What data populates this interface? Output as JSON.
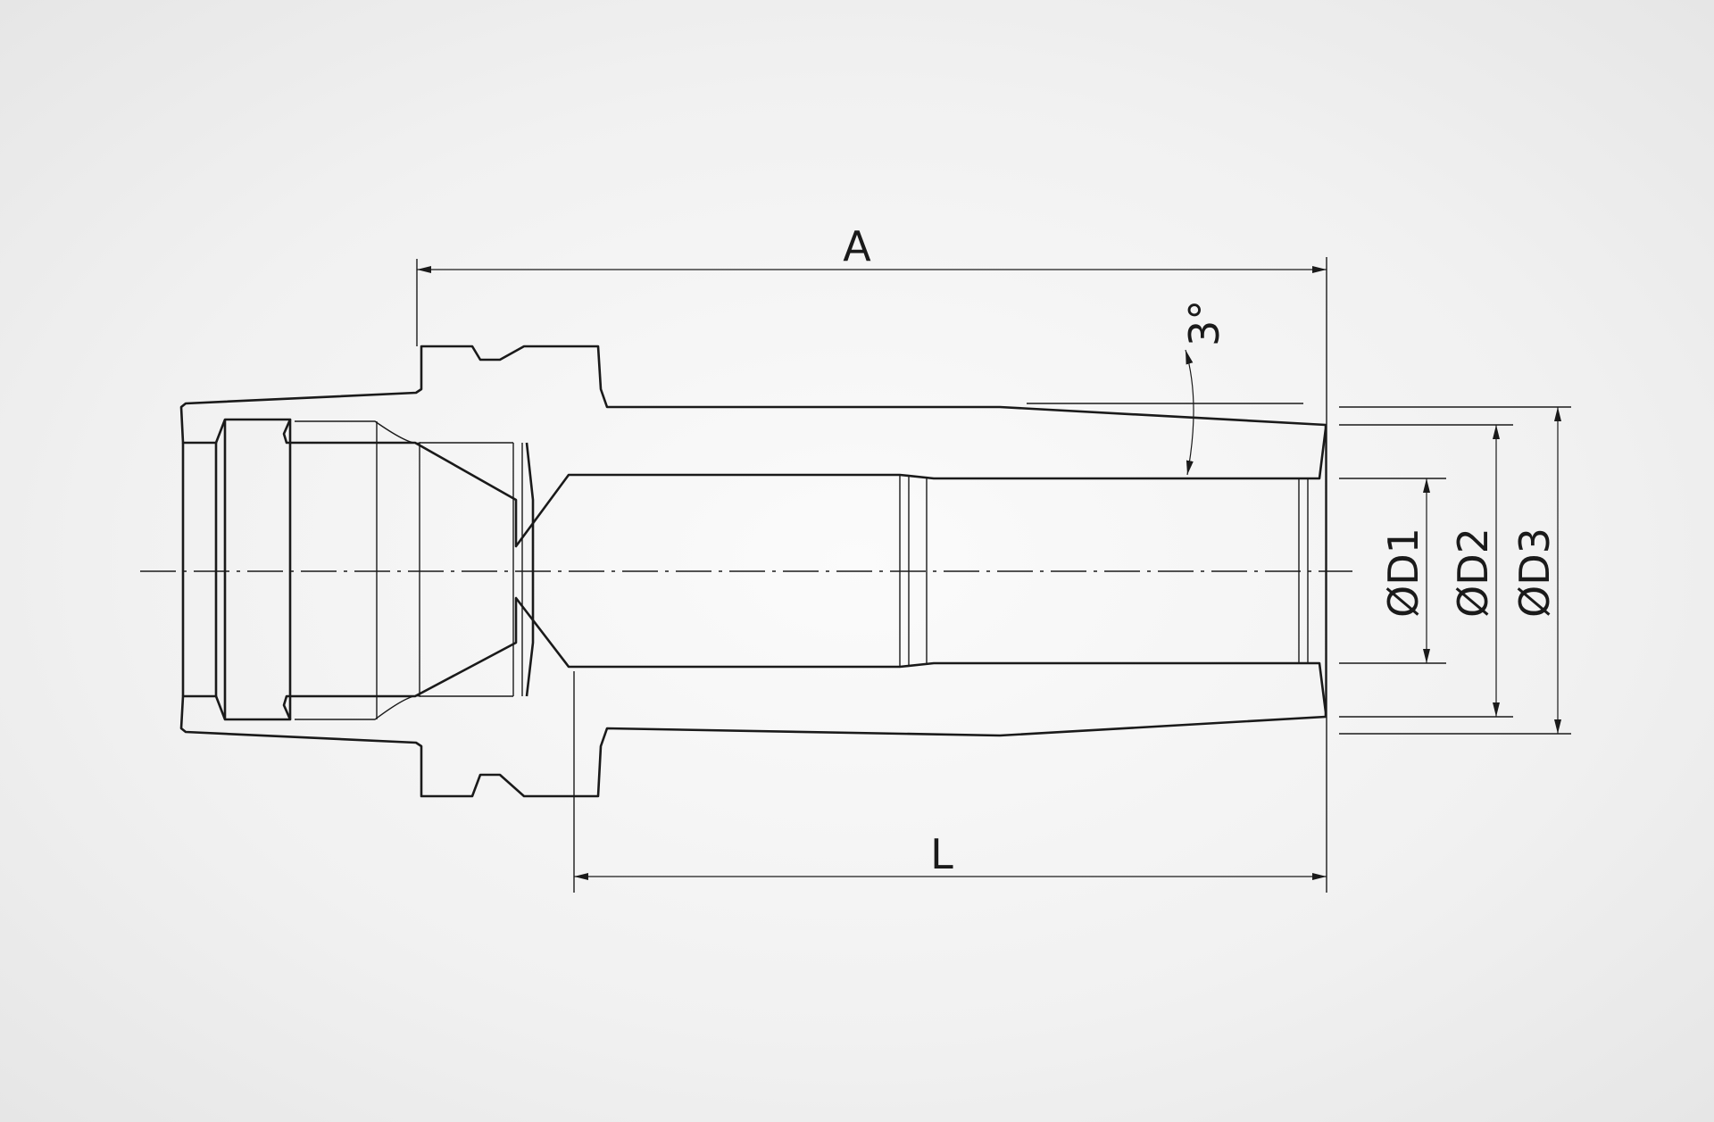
{
  "labels": {
    "overall_length": "A",
    "projection_length": "L",
    "taper_angle": "3°",
    "bore_diameter": "ØD1",
    "tip_diameter": "ØD2",
    "body_diameter": "ØD3"
  },
  "colors": {
    "line": "#1a1a1a",
    "background": "#f1f1f1"
  }
}
